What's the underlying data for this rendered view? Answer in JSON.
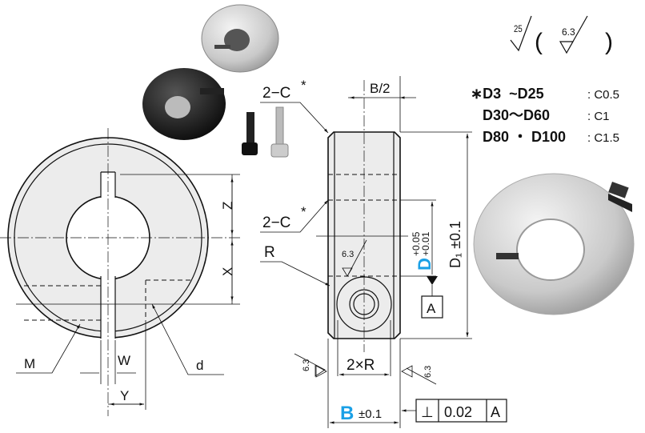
{
  "roughness": {
    "general": "25",
    "special": "6.3"
  },
  "chamfer_table": [
    {
      "range": "∗D3  ~D25",
      "value": ": C0.5"
    },
    {
      "range": "D30〜D60",
      "value": ": C1"
    },
    {
      "range": "D80 ・ D100",
      "value": ": C1.5"
    }
  ],
  "front_view": {
    "dim_z": "Z",
    "dim_x": "X",
    "label_m": "M",
    "label_w": "W",
    "label_y": "Y",
    "label_d": "d"
  },
  "side_view": {
    "chamfer_top": "2−C",
    "chamfer_mid": "2−C",
    "asterisk": "*",
    "half_width": "B/2",
    "radius": "R",
    "roughness_inner": "6.3",
    "bore": "D",
    "bore_tol_upper": "+0.05",
    "bore_tol_lower": "+0.01",
    "outer_dia": "D₁ ±0.1",
    "datum": "A",
    "two_r": "2×R",
    "roughness_left": "6.3",
    "roughness_right": "6.3",
    "width": "B",
    "width_tol": "±0.1",
    "perp_symbol": "⊥",
    "perp_value": "0.02",
    "perp_datum": "A"
  },
  "colors": {
    "accent": "#1aa0e6"
  }
}
